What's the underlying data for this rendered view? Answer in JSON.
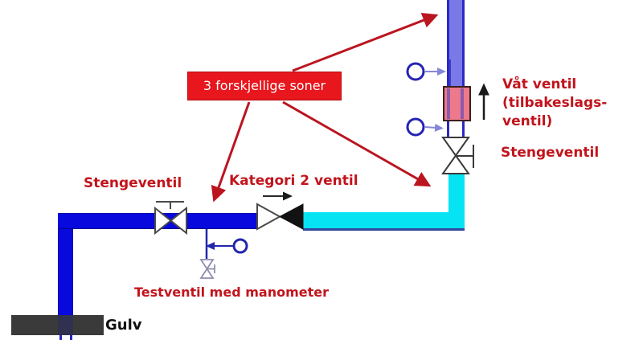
{
  "diagram": {
    "labels": {
      "zones": "3 forskjellige soner",
      "wet_valve_line1": "Våt ventil",
      "wet_valve_line2": "(tilbakeslags-",
      "wet_valve_line3": "ventil)",
      "shutoff_valve_right": "Stengeventil",
      "shutoff_valve_left": "Stengeventil",
      "category2_valve": "Kategori 2 ventil",
      "test_valve": "Testventil med manometer",
      "floor": "Gulv"
    },
    "colors": {
      "supply_pipe_blue": "#0709dd",
      "zone_pipe_cyan": "#06e3f2",
      "riser_pipe_purple": "#7a79e8",
      "wet_valve_pink": "#ec7a8c",
      "annotation_box_red": "#e8161d",
      "label_text_red": "#c2141c",
      "arrow_red": "#bb1520",
      "floor_gray": "#3a3a3a",
      "gauge_navy": "#2326ad",
      "sprinkler_arrow_periwinkle": "#8787da"
    },
    "symbols": {
      "shutoff_valve": "bowtie-gate-valve-with-T-handle",
      "category2_valve": "bowtie-half-filled-check-valve",
      "wet_valve": "pink-rect-check-valve",
      "test_valve": "small-bowtie-valve",
      "manometer": "circle-gauge",
      "flow_direction": "black-up-arrow"
    }
  }
}
